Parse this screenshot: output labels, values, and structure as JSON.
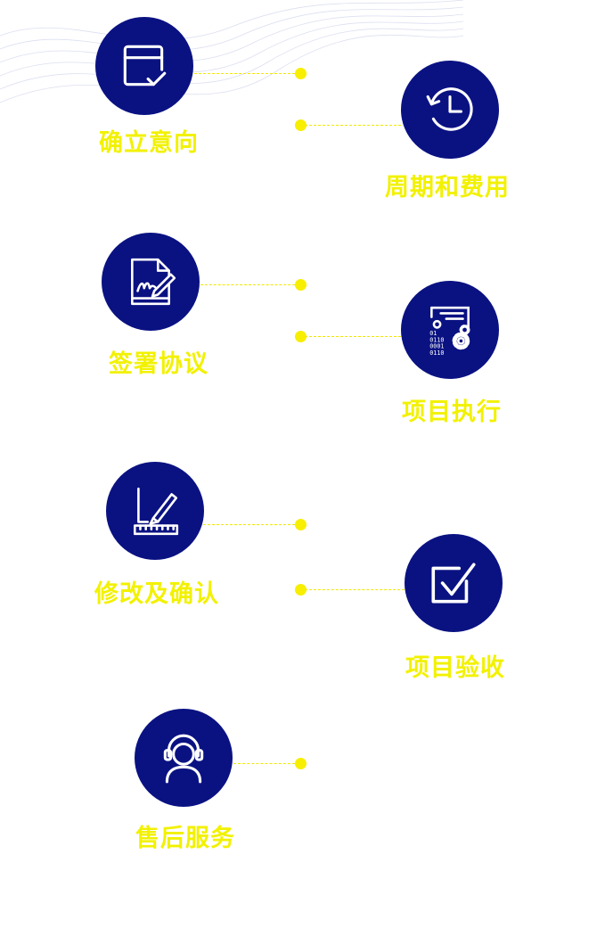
{
  "steps": [
    {
      "label": "确立意向",
      "icon": "calendar-check-icon"
    },
    {
      "label": "周期和费用",
      "icon": "clock-cycle-icon"
    },
    {
      "label": "签署协议",
      "icon": "document-sign-icon"
    },
    {
      "label": "项目执行",
      "icon": "code-gears-icon"
    },
    {
      "label": "修改及确认",
      "icon": "design-ruler-icon"
    },
    {
      "label": "项目验收",
      "icon": "checkbox-icon"
    },
    {
      "label": "售后服务",
      "icon": "headset-support-icon"
    }
  ],
  "colors": {
    "circle": "#0a1282",
    "label": "#f2f100",
    "dot": "#f7ee00"
  }
}
